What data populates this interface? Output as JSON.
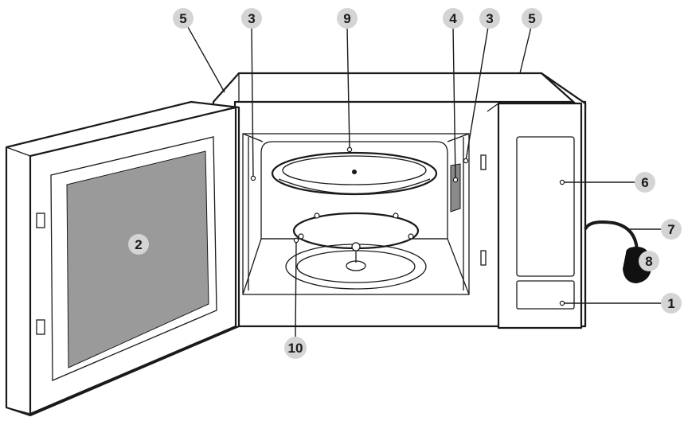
{
  "colors": {
    "outline": "#1a1a1a",
    "callout_fill": "#d4d4d4",
    "window_fill": "#9a9a9a",
    "grill_fill": "#8a8a8a",
    "plug_fill": "#111111",
    "background": "#ffffff"
  },
  "callouts": [
    {
      "id": "callout-5-left",
      "label": "5"
    },
    {
      "id": "callout-3-left",
      "label": "3"
    },
    {
      "id": "callout-9",
      "label": "9"
    },
    {
      "id": "callout-4",
      "label": "4"
    },
    {
      "id": "callout-3-right",
      "label": "3"
    },
    {
      "id": "callout-5-right",
      "label": "5"
    },
    {
      "id": "callout-2",
      "label": "2"
    },
    {
      "id": "callout-6",
      "label": "6"
    },
    {
      "id": "callout-7",
      "label": "7"
    },
    {
      "id": "callout-8",
      "label": "8"
    },
    {
      "id": "callout-1",
      "label": "1"
    },
    {
      "id": "callout-10",
      "label": "10"
    }
  ]
}
